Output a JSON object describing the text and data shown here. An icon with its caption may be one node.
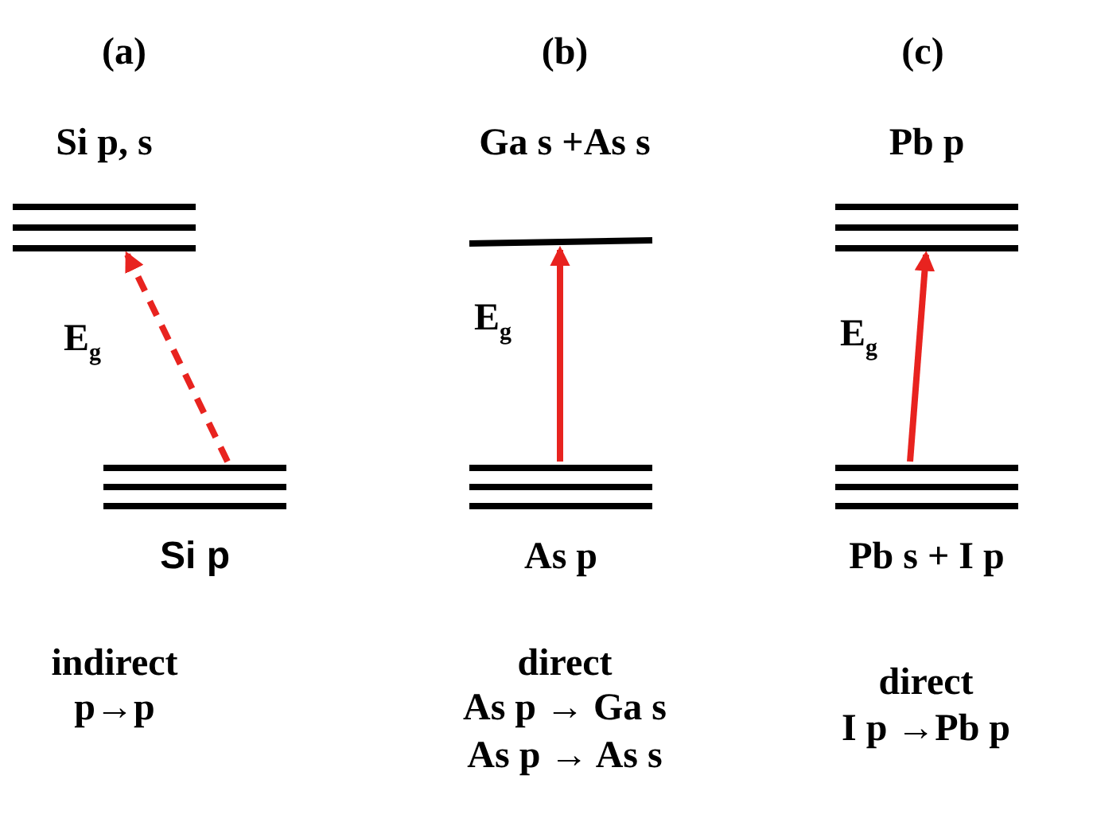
{
  "diagram": {
    "nodes": [
      {
        "text": [
          "Si p, s"
        ]
      },
      {
        "text": [
          "Si p"
        ]
      },
      {
        "text": [
          "Ga s +As s"
        ]
      },
      {
        "text": [
          "As p"
        ]
      },
      {
        "text": [
          "Pb p"
        ]
      },
      {
        "text": [
          "Pb s + I p"
        ]
      }
    ],
    "edges": [
      {
        "from": 1,
        "to": 0,
        "arrow": "to",
        "label": "E$_{g}$",
        "style": "dashed"
      },
      {
        "from": 3,
        "to": 2,
        "arrow": "to",
        "label": "E$_{g}$"
      },
      {
        "from": 5,
        "to": 4,
        "arrow": "to",
        "label": "E$_{g}$"
      }
    ],
    "labels": [
      "(a)",
      "(b)",
      "(c)",
      "indirect",
      "p→p",
      "direct",
      "As p → Ga s",
      "As p → As s",
      "direct",
      "I p →Pb p"
    ]
  }
}
